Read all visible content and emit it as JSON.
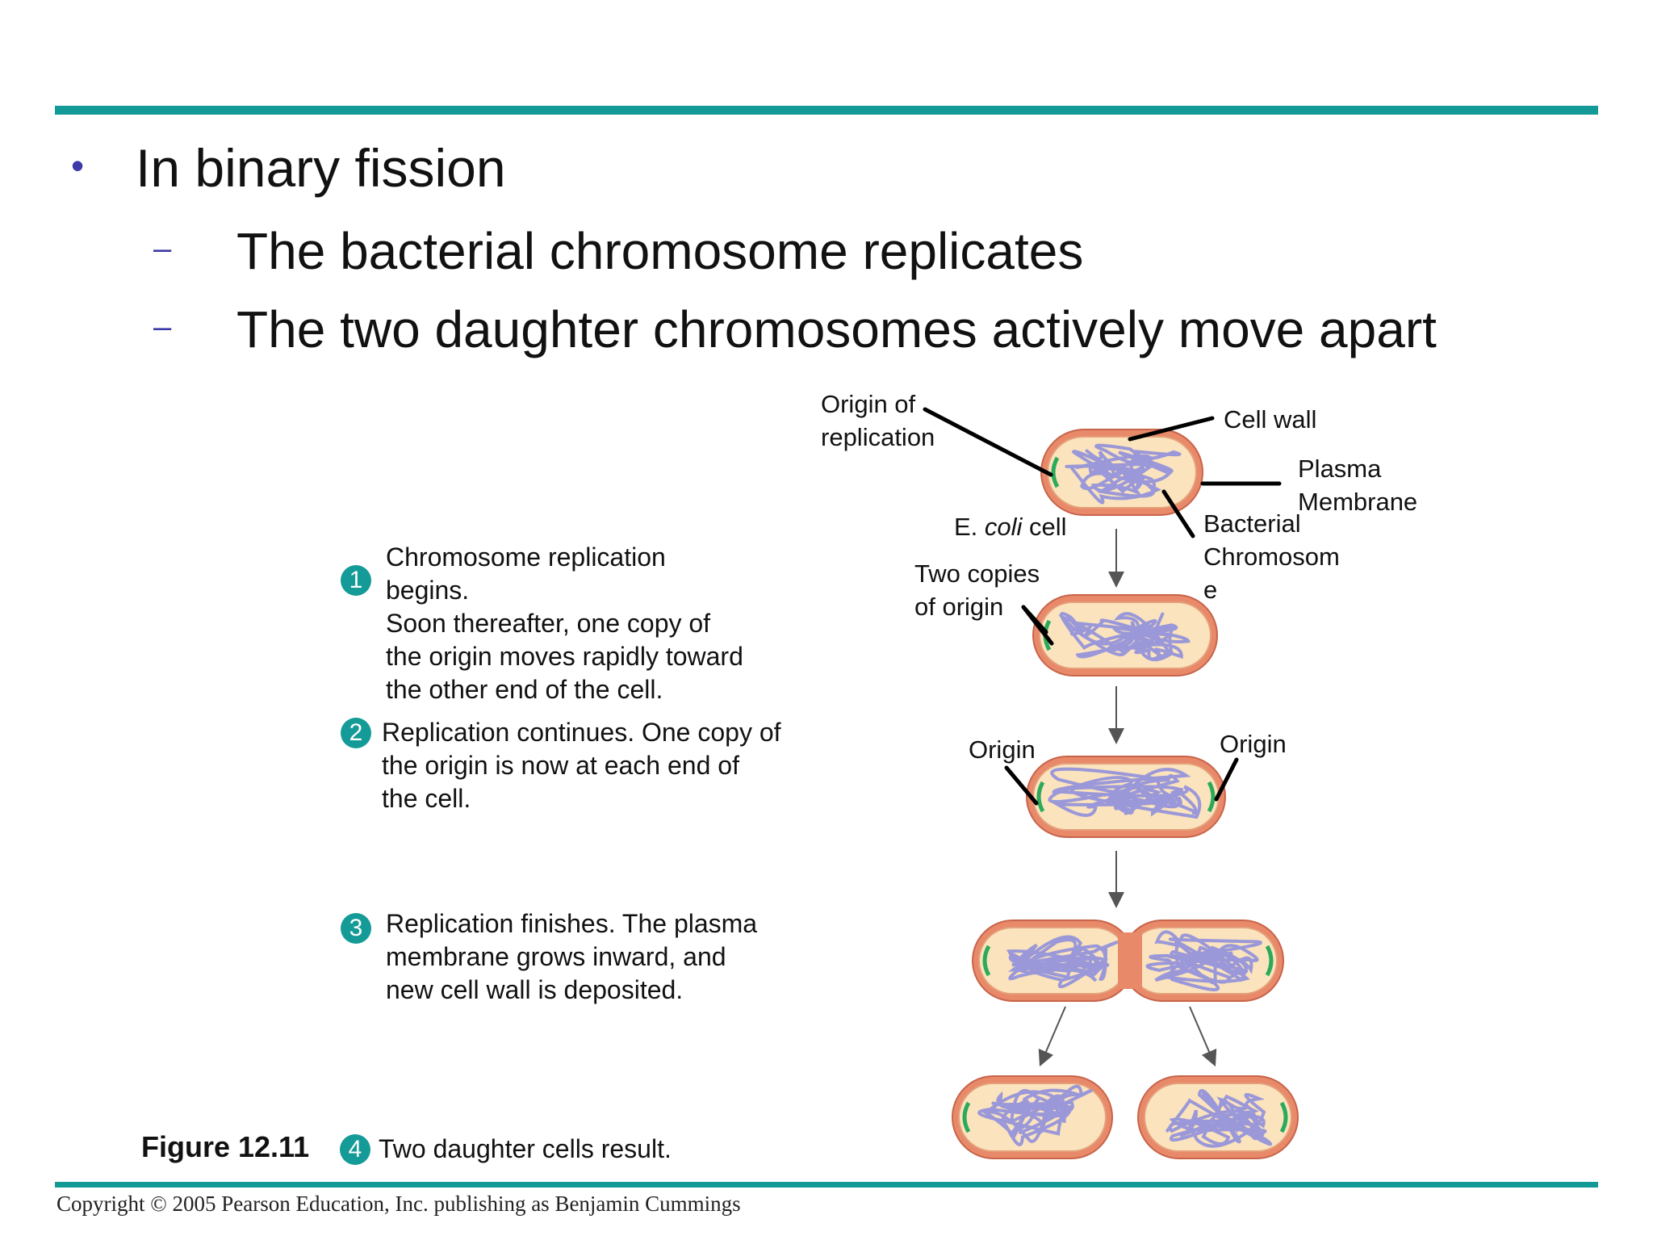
{
  "bullets": {
    "main": "In binary fission",
    "sub": [
      "The bacterial chromosome replicates",
      "The two daughter chromosomes actively move apart"
    ]
  },
  "steps": [
    {
      "num": "1",
      "lines": [
        "Chromosome replication",
        "begins.",
        "Soon thereafter, one copy of",
        "the origin moves rapidly toward",
        "the other end of the cell."
      ]
    },
    {
      "num": "2",
      "lines": [
        "Replication continues. One copy of",
        "the origin is now at each end of",
        "the cell."
      ]
    },
    {
      "num": "3",
      "lines": [
        "Replication finishes. The plasma",
        "membrane grows inward, and",
        "new cell wall is deposited."
      ]
    },
    {
      "num": "4",
      "lines": [
        "Two daughter cells result."
      ]
    }
  ],
  "figure_label": "Figure 12.11",
  "labels": {
    "origin_of_replication": [
      "Origin of",
      "replication"
    ],
    "cell_wall": "Cell wall",
    "plasma_membrane": [
      "Plasma",
      "Membrane"
    ],
    "ecoli_prefix": "E. ",
    "ecoli_italic": "coli",
    "ecoli_suffix": " cell",
    "bacterial_chromosome": [
      "Bacterial",
      "Chromosom",
      "e"
    ],
    "two_copies_of_origin": [
      "Two copies",
      "of origin"
    ],
    "origin_left": "Origin",
    "origin_right": "Origin"
  },
  "copyright": "Copyright © 2005 Pearson Education, Inc. publishing as Benjamin Cummings",
  "colors": {
    "rule": "#139a97",
    "bullet": "#3d3aa8",
    "step_circle": "#149a97",
    "cell_wall": "#e8896a",
    "cell_interior": "#fbe3bd",
    "chromosome": "#9a98d8",
    "origin": "#2aaa5a"
  }
}
